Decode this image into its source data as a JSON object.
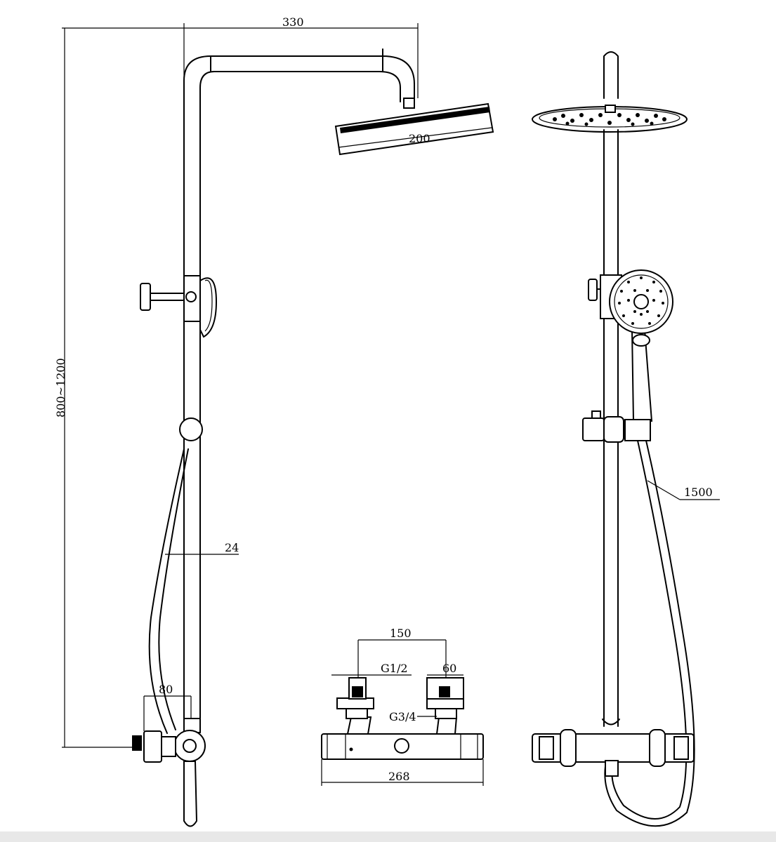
{
  "dimensions": {
    "arm_reach": "330",
    "head_diameter": "200",
    "total_height": "800~1200",
    "bar_diameter": "24",
    "wall_offset": "80",
    "hose_length": "1500",
    "inlet_centres": "150",
    "inlet_thread": "G1/2",
    "eccentric_depth": "60",
    "outlet_thread": "G3/4",
    "mixer_length": "268"
  },
  "colors": {
    "line": "#000000",
    "background": "#ffffff"
  }
}
